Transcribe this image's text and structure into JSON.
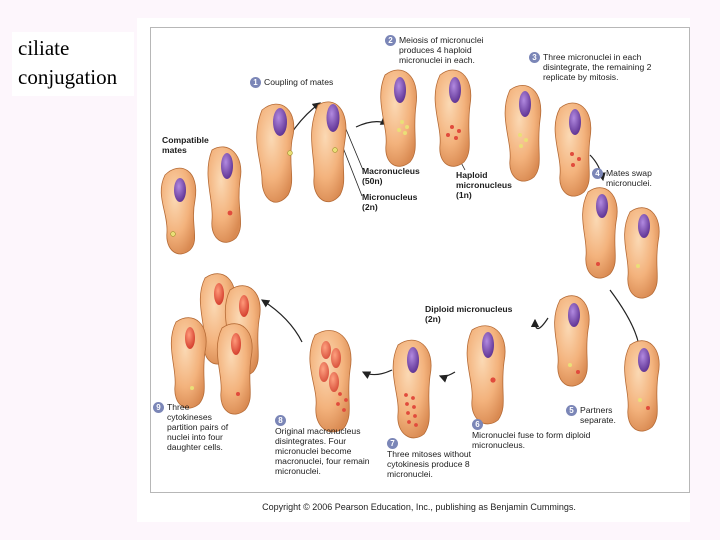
{
  "slide": {
    "title_line1": "ciliate",
    "title_line2": "conjugation"
  },
  "steps": {
    "s1": {
      "num": "1",
      "text": "Coupling of mates"
    },
    "s2": {
      "num": "2",
      "text": "Meiosis of micronuclei produces 4 haploid micronuclei in each."
    },
    "s3": {
      "num": "3",
      "text": "Three micronuclei in each disintegrate, the remaining 2 replicate by mitosis."
    },
    "s4": {
      "num": "4",
      "text": "Mates swap micronuclei."
    },
    "s5": {
      "num": "5",
      "text": "Partners separate."
    },
    "s6": {
      "num": "6",
      "text": "Micronuclei fuse to form diploid micronucleus."
    },
    "s7": {
      "num": "7",
      "text": "Three mitoses without cytokinesis produce 8 micronuclei."
    },
    "s8": {
      "num": "8",
      "text": "Original macronucleus disintegrates. Four micronuclei become macronuclei, four remain micronuclei."
    },
    "s9": {
      "num": "9",
      "text": "Three cytokineses partition pairs of nuclei into four daughter cells."
    }
  },
  "labels": {
    "compatible_mates": "Compatible mates",
    "macronucleus": "Macronucleus",
    "macronucleus_ploidy": "(50n)",
    "micronucleus": "Micronucleus",
    "micronucleus_ploidy": "(2n)",
    "haploid": "Haploid micronucleus",
    "haploid_ploidy": "(1n)",
    "diploid": "Diploid micronucleus (2n)"
  },
  "colors": {
    "cell": "#f2b27c",
    "macronucleus": "#7d4fb0",
    "micronucleus": "#e8d870",
    "badge": "#7b86b7",
    "new_macro": "#e14b3c"
  },
  "copyright": "Copyright © 2006 Pearson Education, Inc., publishing as Benjamin Cummings."
}
